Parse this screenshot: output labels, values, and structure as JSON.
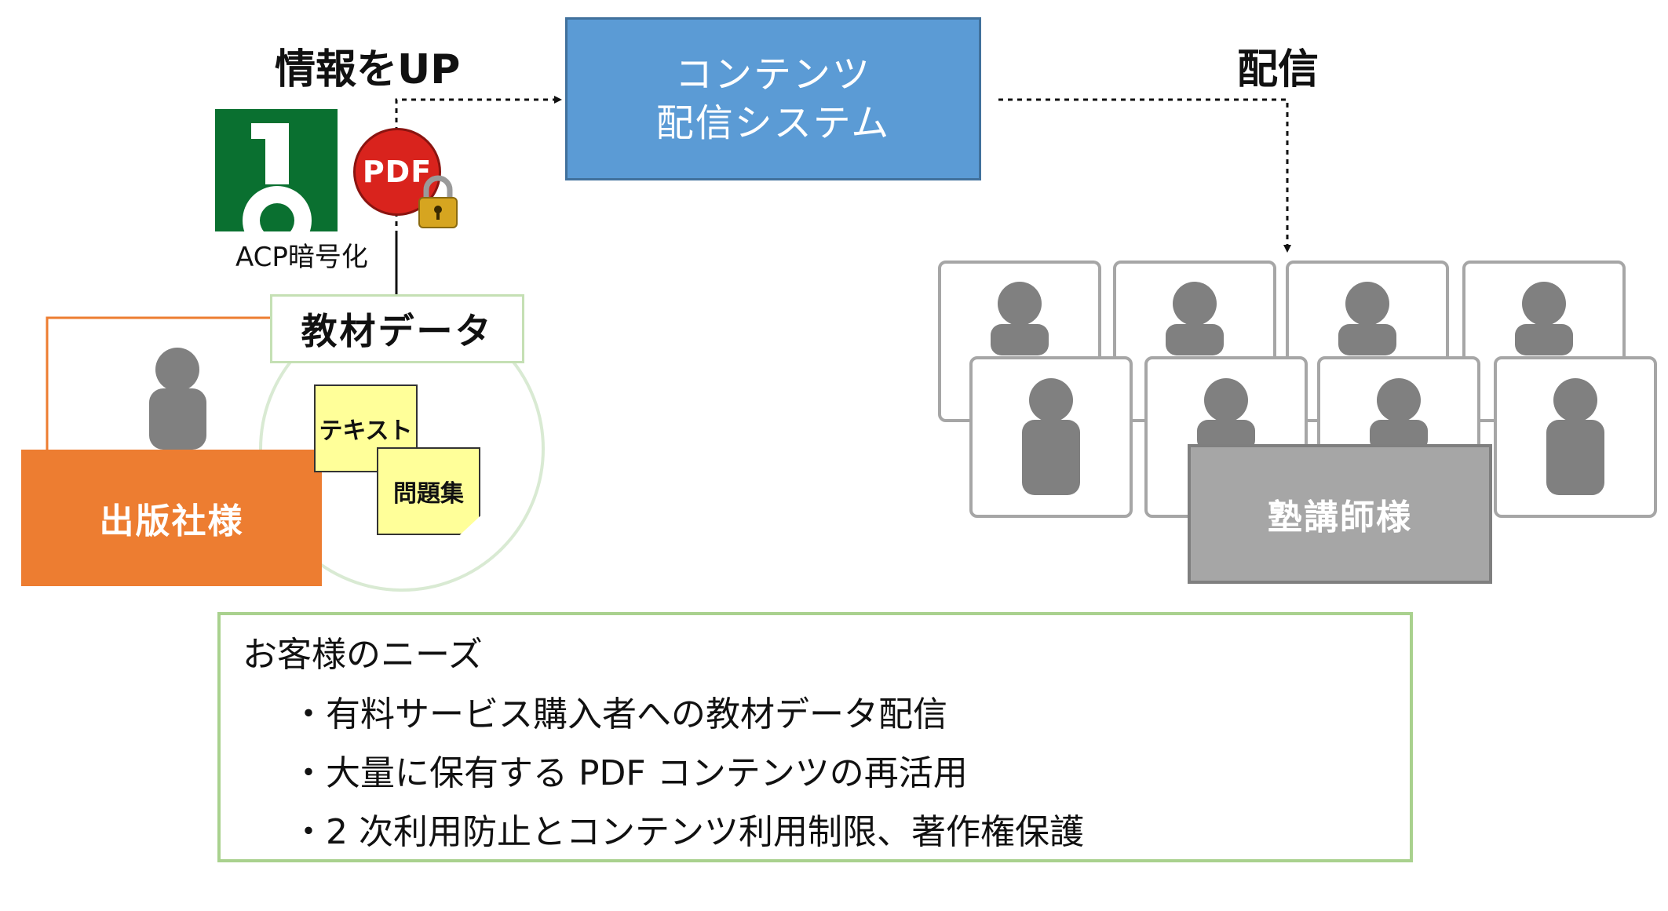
{
  "upload_label": "情報をUP",
  "distribute_label": "配信",
  "cms": {
    "line1": "コンテンツ",
    "line2": "配信システム"
  },
  "acp": {
    "caption": "ACP暗号化",
    "icon": "key-icon"
  },
  "pdf_badge": {
    "label": "PDF",
    "icon": "padlock-icon"
  },
  "material": {
    "label": "教材データ",
    "notes": [
      "テキスト",
      "問題集"
    ]
  },
  "publisher": {
    "label": "出版社様"
  },
  "teacher": {
    "label": "塾講師様"
  },
  "needs": {
    "title": "お客様のニーズ",
    "items": [
      "・有料サービス購入者への教材データ配信",
      "・大量に保有する PDF コンテンツの再活用",
      "・2 次利用防止とコンテンツ利用制限、著作権保護"
    ]
  },
  "colors": {
    "cms_blue": "#5b9bd5",
    "publisher_orange": "#ed7d31",
    "material_green": "#c5e0b4",
    "needs_border": "#a9d18e",
    "teacher_gray": "#a6a6a6",
    "person_gray": "#808080",
    "acp_green": "#0a7030",
    "pdf_red": "#d9231d",
    "note_yellow": "#ffff99"
  }
}
